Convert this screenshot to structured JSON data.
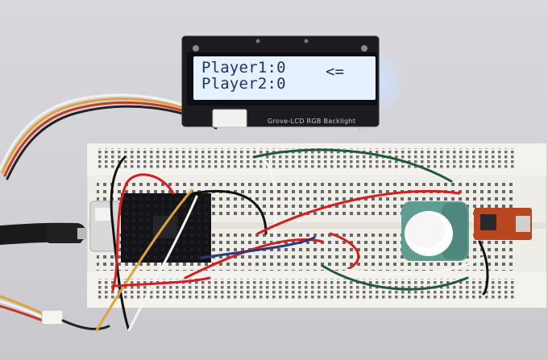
{
  "lcd": {
    "line1": "Player1:0",
    "line2": "Player2:0",
    "cursor": "<="
  },
  "board": {
    "label": "Grove-LCD RGB Backlight",
    "version": "V4.0"
  },
  "colors": {
    "lcd_screen": "#e6f1ff",
    "lcd_text": "#25306a",
    "pcb": "#1c1c20",
    "breadboard": "#efede8",
    "wire_red": "#d51e1e",
    "wire_green": "#1f5a3a",
    "knob": "#6aa39a"
  }
}
